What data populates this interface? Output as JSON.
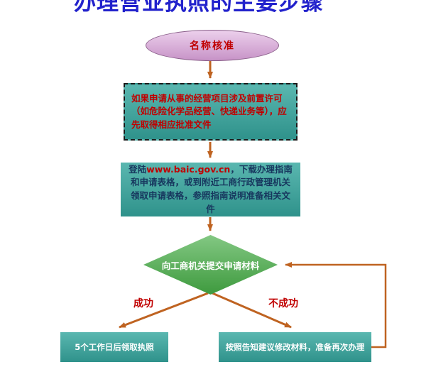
{
  "title": "办理营业执照的主要步骤",
  "flow": {
    "start": "名称核准",
    "precondition": "如果申请从事的经营项目涉及前置许可（如危险化学品经营、快递业务等），应先取得相应批准文件",
    "download": {
      "prefix": "登陆",
      "url": "www.baic.gov.cn",
      "suffix": "，下载办理指南和申请表格，或到附近工商行政管理机关领取申请表格，参照指南说明准备相关文件"
    },
    "decision": "向工商机关提交申请材料",
    "branch_success": "成功",
    "branch_fail": "不成功",
    "result_success": "5个工作日后领取执照",
    "result_fail": "按照告知建议修改材料，准备再次办理"
  },
  "colors": {
    "teal_light": "#5ab7b0",
    "teal_dark": "#2f928b",
    "green_light": "#83c883",
    "green_dark": "#3e9a3e",
    "ellipse_light": "#ecd0ec",
    "ellipse_dark": "#c793c7",
    "arrow": "#bf6321",
    "red_text": "#c00000",
    "blue_text": "#17375e",
    "title_blue": "#2222cc"
  }
}
